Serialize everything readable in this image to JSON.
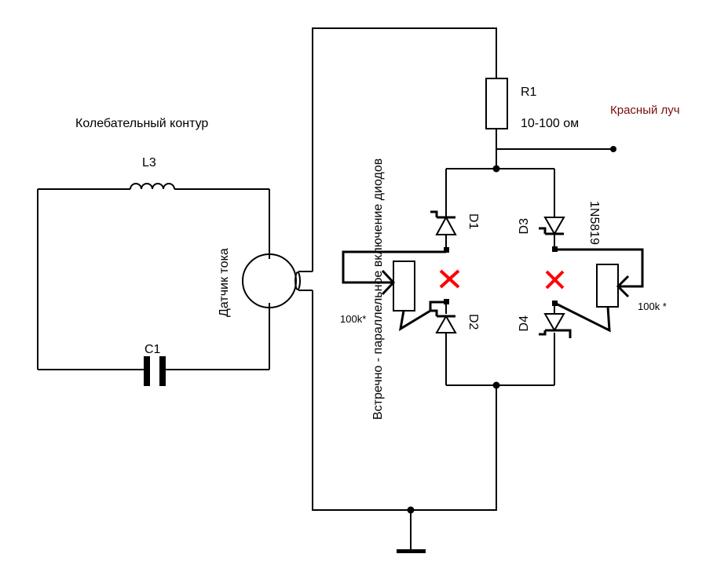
{
  "diagram": {
    "title": "Колебательный контур",
    "inductor": "L3",
    "capacitor": "C1",
    "current_sensor": "Датчик тока",
    "resistor": "R1",
    "resistor_value": "10-100 ом",
    "output": "Красный луч",
    "diode1": "D1",
    "diode2": "D2",
    "diode3": "D3",
    "diode4": "D4",
    "diode_type": "1N5819",
    "pot_left": "100k*",
    "pot_right": "100k *",
    "note": "Встречно - параллельное включение диодов",
    "colors": {
      "wire": "#000000",
      "cross": "#ff0000",
      "output_label": "#7a0a0a"
    }
  }
}
